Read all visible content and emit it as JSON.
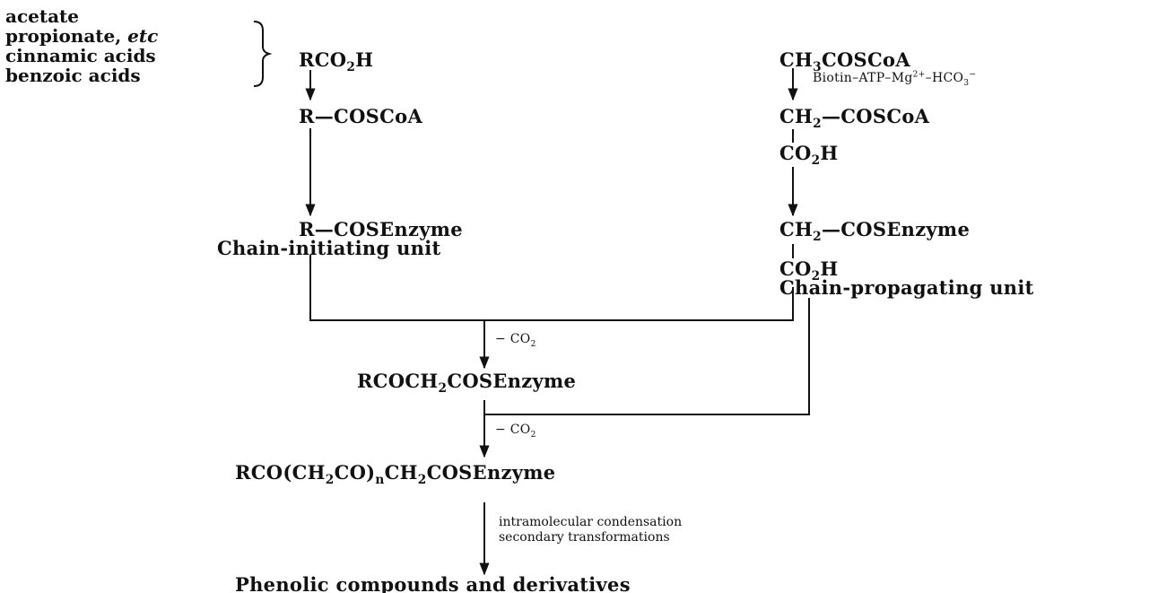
{
  "sources": {
    "line1": "acetate",
    "line2_main": "propionate, ",
    "line2_etc": "etc",
    "line3": "cinnamic acids",
    "line4": "benzoic acids"
  },
  "left": {
    "acid": {
      "a": "RCO",
      "sub": "2",
      "b": "H"
    },
    "coa": "R—COSCoA",
    "enzyme": "R—COSEnzyme",
    "label": "Chain-initiating unit"
  },
  "right": {
    "start": {
      "a": "CH",
      "sub": "3",
      "b": "COSCoA"
    },
    "cofactor": {
      "a": "Biotin–ATP–Mg",
      "sup": "2+",
      "b": "–HCO",
      "sub": "3",
      "sup2": "−"
    },
    "malonyl_coa": {
      "a": "CH",
      "sub": "2",
      "b": "—COSCoA"
    },
    "co2h_1": {
      "a": "CO",
      "sub": "2",
      "b": "H"
    },
    "malonyl_enzyme": {
      "a": "CH",
      "sub": "2",
      "b": "—COSEnzyme"
    },
    "co2h_2": {
      "a": "CO",
      "sub": "2",
      "b": "H"
    },
    "label": "Chain-propagating unit"
  },
  "steps": {
    "minus_co2_1": {
      "a": "− CO",
      "sub": "2"
    },
    "intermediate1": {
      "a": "RCOCH",
      "sub": "2",
      "b": "COSEnzyme"
    },
    "minus_co2_2": {
      "a": "− CO",
      "sub": "2"
    },
    "intermediate2": {
      "a": "RCO(CH",
      "sub1": "2",
      "b": "CO)",
      "sub2": "n",
      "c": "CH",
      "sub3": "2",
      "d": "COSEnzyme"
    },
    "condensation_line1": "intramolecular condensation",
    "condensation_line2": "secondary transformations",
    "product": "Phenolic compounds and derivatives"
  }
}
